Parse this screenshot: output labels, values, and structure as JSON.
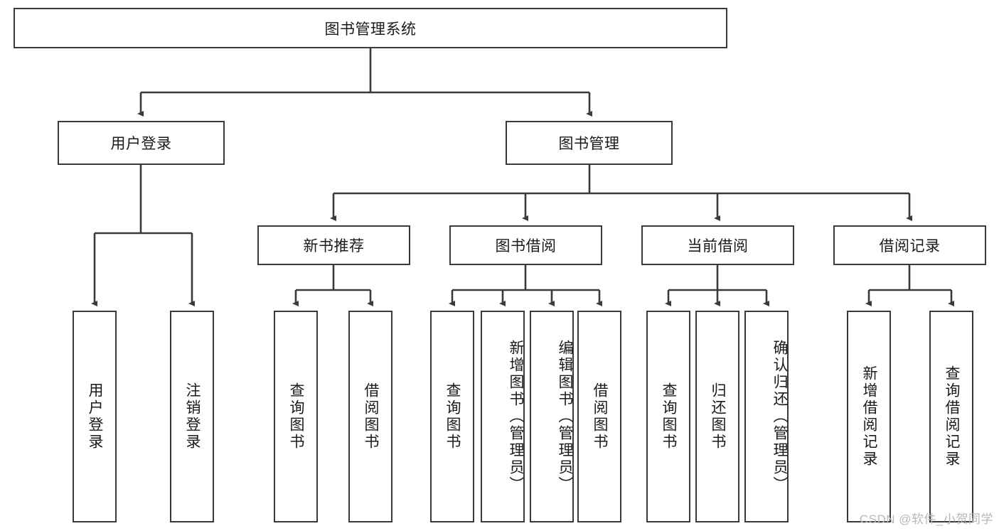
{
  "diagram": {
    "type": "tree-hierarchy",
    "title_node": {
      "label": "图书管理系统"
    },
    "level2": [
      {
        "id": "user-login",
        "label": "用户登录"
      },
      {
        "id": "book-management",
        "label": "图书管理"
      }
    ],
    "level3": [
      {
        "id": "new-book-recommend",
        "label": "新书推荐",
        "parent": "book-management"
      },
      {
        "id": "book-borrow",
        "label": "图书借阅",
        "parent": "book-management"
      },
      {
        "id": "current-borrow",
        "label": "当前借阅",
        "parent": "book-management"
      },
      {
        "id": "borrow-record",
        "label": "借阅记录",
        "parent": "book-management"
      }
    ],
    "leaves": {
      "user-login": [
        {
          "id": "leaf-user-login",
          "label": "用户登录"
        },
        {
          "id": "leaf-user-logout",
          "label": "注销登录"
        }
      ],
      "new-book-recommend": [
        {
          "id": "leaf-query-book-1",
          "label": "查询图书"
        },
        {
          "id": "leaf-borrow-book-1",
          "label": "借阅图书"
        }
      ],
      "book-borrow": [
        {
          "id": "leaf-query-book-2",
          "label": "查询图书"
        },
        {
          "id": "leaf-add-book",
          "label": "新增图书（管理员）"
        },
        {
          "id": "leaf-edit-book",
          "label": "编辑图书（管理员）"
        },
        {
          "id": "leaf-borrow-book-2",
          "label": "借阅图书"
        }
      ],
      "current-borrow": [
        {
          "id": "leaf-query-book-3",
          "label": "查询图书"
        },
        {
          "id": "leaf-return-book",
          "label": "归还图书"
        },
        {
          "id": "leaf-confirm-return",
          "label": "确认归还（管理员）"
        }
      ],
      "borrow-record": [
        {
          "id": "leaf-add-record",
          "label": "新增借阅记录"
        },
        {
          "id": "leaf-query-record",
          "label": "查询借阅记录"
        }
      ]
    }
  },
  "watermark": {
    "text": "CSDN @软件_小贺同学"
  },
  "colors": {
    "border": "#3a3a3a",
    "text": "#1a1a1a",
    "background": "#ffffff",
    "watermark": "#b9b9b9"
  }
}
